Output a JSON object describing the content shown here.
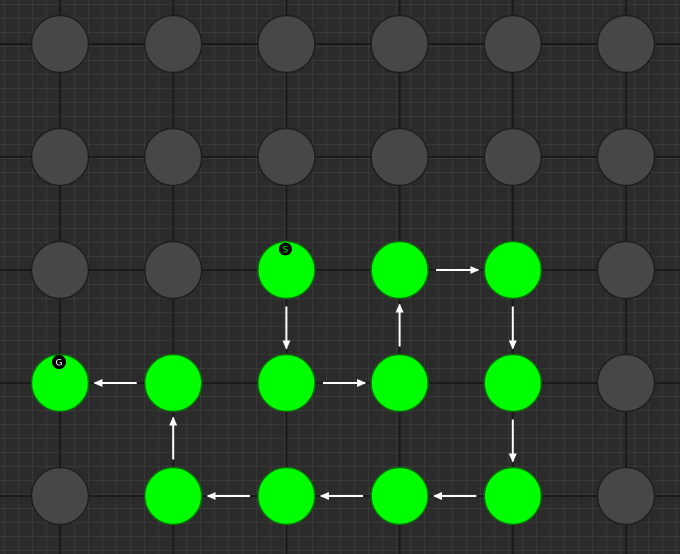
{
  "grid": {
    "rows": 5,
    "cols": 6,
    "colors": {
      "background": "#2b2b2b",
      "line": "#1a1a1a",
      "node_inactive": "#474747",
      "node_path": "#00ff00",
      "arrow": "#ffffff",
      "marker_bg": "#000000",
      "marker_text": "#ffffff"
    }
  },
  "start": {
    "row": 2,
    "col": 2,
    "label": "S"
  },
  "goal": {
    "row": 3,
    "col": 0,
    "label": "G"
  },
  "path": [
    [
      2,
      2
    ],
    [
      3,
      2
    ],
    [
      3,
      3
    ],
    [
      2,
      3
    ],
    [
      2,
      4
    ],
    [
      3,
      4
    ],
    [
      4,
      4
    ],
    [
      4,
      3
    ],
    [
      4,
      2
    ],
    [
      4,
      1
    ],
    [
      3,
      1
    ],
    [
      3,
      0
    ]
  ]
}
